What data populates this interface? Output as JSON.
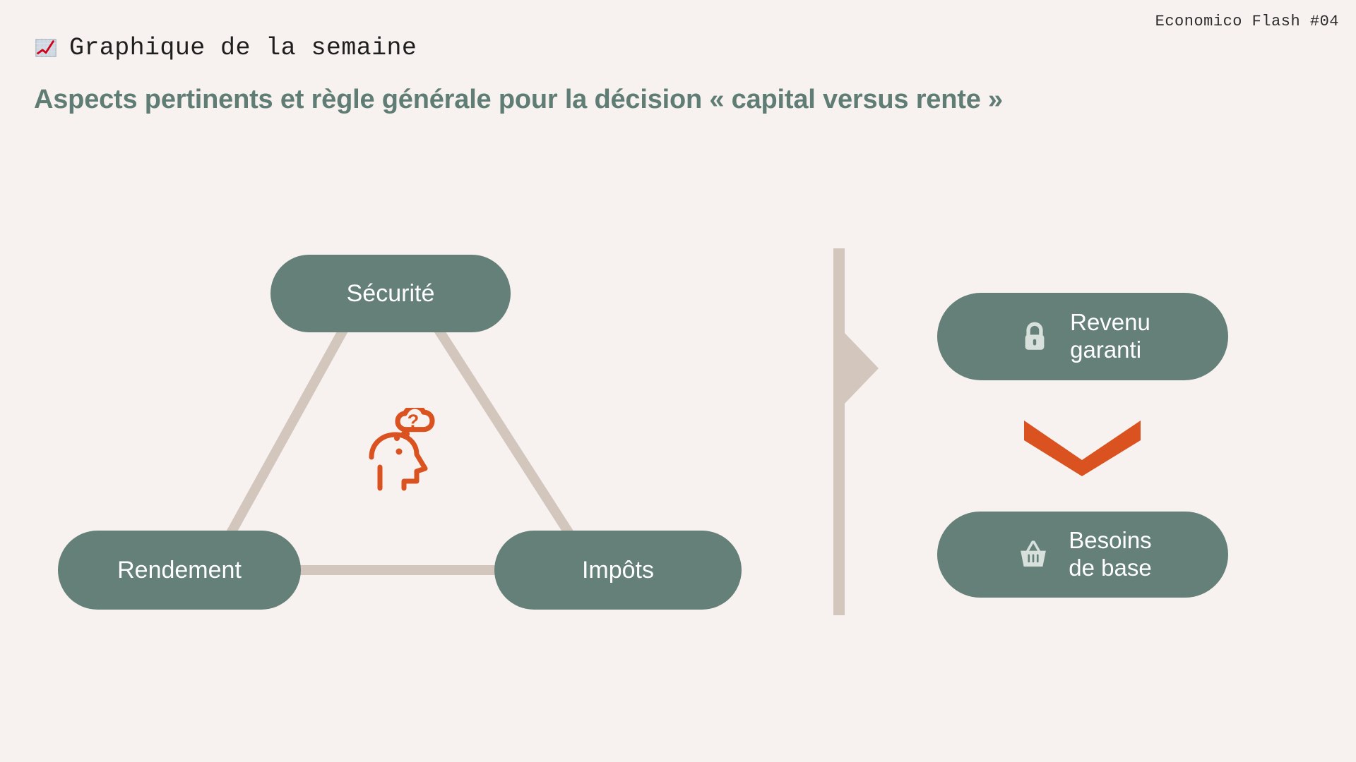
{
  "header": {
    "flash_tag": "Economico Flash #04",
    "emoji_icon": "chart-increasing-icon",
    "title": "Graphique de la semaine",
    "subtitle": "Aspects pertinents et règle générale pour la décision « capital versus rente »"
  },
  "colors": {
    "background": "#f7f2f0",
    "pill_green": "#648079",
    "subtitle_green": "#5f7d74",
    "connector_beige": "#d3c6bd",
    "accent_orange": "#d9521f",
    "pill_text": "#ffffff",
    "icon_tint": "#d8e0dc"
  },
  "triangle": {
    "center_icon": "thinking-head-question-icon",
    "nodes": [
      {
        "id": "securite",
        "label": "Sécurité"
      },
      {
        "id": "rendement",
        "label": "Rendement"
      },
      {
        "id": "impots",
        "label": "Impôts"
      }
    ],
    "edges": [
      {
        "from": "securite",
        "to": "rendement"
      },
      {
        "from": "securite",
        "to": "impots"
      },
      {
        "from": "rendement",
        "to": "impots"
      }
    ]
  },
  "divider": {
    "shape": "vertical-bar-with-right-arrow"
  },
  "right_flow": {
    "top_card": {
      "icon": "lock-icon",
      "label": "Revenu\ngaranti"
    },
    "connector_icon": "chevron-down-icon",
    "bottom_card": {
      "icon": "basket-icon",
      "label": "Besoins\nde base"
    }
  }
}
